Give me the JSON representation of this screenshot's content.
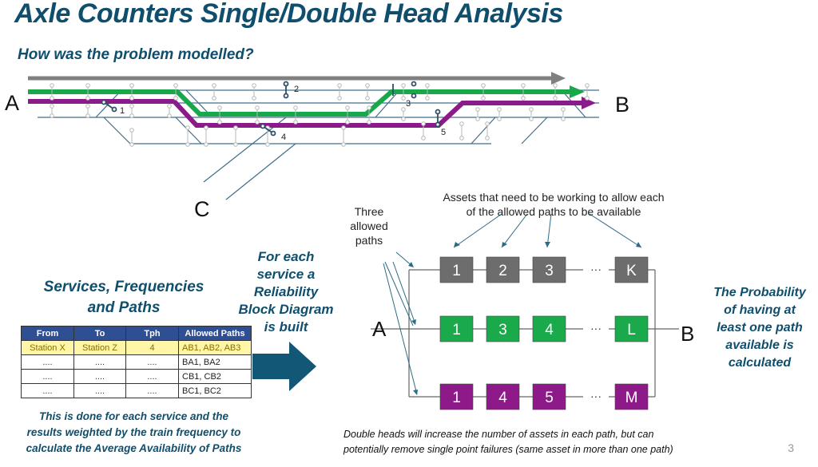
{
  "title": "Axle Counters Single/Double Head Analysis",
  "subtitle": "How was the problem modelled?",
  "track_diagram": {
    "endpoints": [
      "A",
      "B",
      "C"
    ],
    "asset_labels": [
      "1",
      "2",
      "3",
      "4",
      "5"
    ],
    "colors": {
      "path_green": "#17a84a",
      "path_purple": "#8b1a8b",
      "path_grey": "#7f7f7f",
      "track": "#3f6f8a",
      "counter": "#b8b8b8"
    }
  },
  "services": {
    "heading_line1": "Services, Frequencies",
    "heading_line2": "and Paths",
    "columns": [
      "From",
      "To",
      "Tph",
      "Allowed Paths"
    ],
    "rows": [
      {
        "from": "Station X",
        "to": "Station Z",
        "tph": "4",
        "paths": "AB1, AB2, AB3",
        "highlight": true
      },
      {
        "from": "....",
        "to": "....",
        "tph": "....",
        "paths": "BA1, BA2"
      },
      {
        "from": "....",
        "to": "....",
        "tph": "....",
        "paths": "CB1, CB2"
      },
      {
        "from": "....",
        "to": "....",
        "tph": "....",
        "paths": "BC1, BC2"
      }
    ],
    "note_lines": [
      "This is done for each service and the",
      "results weighted by the train frequency to",
      "calculate the Average Availability of Paths"
    ]
  },
  "rbd_caption": [
    "For each",
    "service a",
    "Reliability",
    "Block Diagram",
    "is built"
  ],
  "rbd": {
    "assets_caption_line1": "Assets that need to be working to allow each",
    "assets_caption_line2": "of the allowed paths to be available",
    "paths_caption": [
      "Three",
      "allowed",
      "paths"
    ],
    "start_label": "A",
    "end_label": "B",
    "ellipsis": "···",
    "paths": [
      {
        "name": "grey",
        "color": "#6d6d6d",
        "blocks": [
          "1",
          "2",
          "3",
          "K"
        ]
      },
      {
        "name": "green",
        "color": "#1aaa4c",
        "blocks": [
          "1",
          "3",
          "4",
          "L"
        ]
      },
      {
        "name": "purple",
        "color": "#8e1a8a",
        "blocks": [
          "1",
          "4",
          "5",
          "M"
        ]
      }
    ]
  },
  "probability_caption": [
    "The Probability",
    "of having at",
    "least one path",
    "available is",
    "calculated"
  ],
  "footer_note_lines": [
    "Double heads will increase the number of assets in each path, but can",
    "potentially remove single point failures (same asset in more than one path)"
  ],
  "page_number": "3"
}
